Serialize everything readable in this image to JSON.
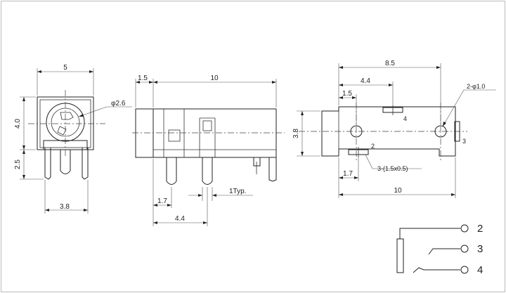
{
  "front_view": {
    "width_dim": "5",
    "height_dim": "4.0",
    "pin_height_dim": "2.5",
    "pin_spacing_dim": "3.8",
    "hole_dim": "φ2.6"
  },
  "side_view": {
    "offset_dim": "1.5",
    "length_dim": "10",
    "pin_offset_dim": "1.7",
    "pin_spacing_dim": "4.4",
    "pin_width_dim": "1Typ."
  },
  "bottom_view": {
    "top_dim": "8.5",
    "mid_dim": "4.4",
    "small_dim": "1.5",
    "height_dim": "3.8",
    "hole_label": "2-φ1.0",
    "pad_label_2": "2",
    "pad_label_3": "3",
    "pad_label_4": "4",
    "pad_size_label": "3-(1.5x0.5)",
    "bottom_offset_dim": "1.7",
    "length_dim": "10"
  },
  "schematic": {
    "pin_2": "2",
    "pin_3": "3",
    "pin_4": "4"
  }
}
